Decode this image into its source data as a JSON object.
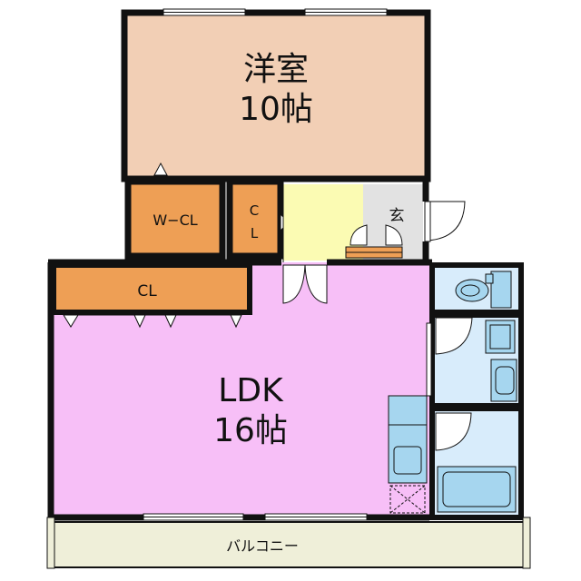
{
  "floorplan": {
    "rooms": {
      "western_room": {
        "name": "洋室",
        "size": "10帖"
      },
      "walk_in_closet": {
        "name": "W−CL"
      },
      "closet_small": {
        "name_line1": "C",
        "name_line2": "L"
      },
      "entrance": {
        "name": "玄"
      },
      "closet_ldk": {
        "name": "CL"
      },
      "ldk": {
        "name": "LDK",
        "size": "16帖"
      },
      "balcony": {
        "name": "バルコニー"
      }
    },
    "colors": {
      "western_room": "#f2cfb5",
      "closet": "#ee9f55",
      "hall": "#fbfbb3",
      "entrance": "#e2e2e2",
      "ldk": "#f7bff7",
      "wet_area": "#d8ecfb",
      "fixture": "#a6d6ef",
      "balcony": "#efefd9",
      "wall": "#111111"
    }
  }
}
